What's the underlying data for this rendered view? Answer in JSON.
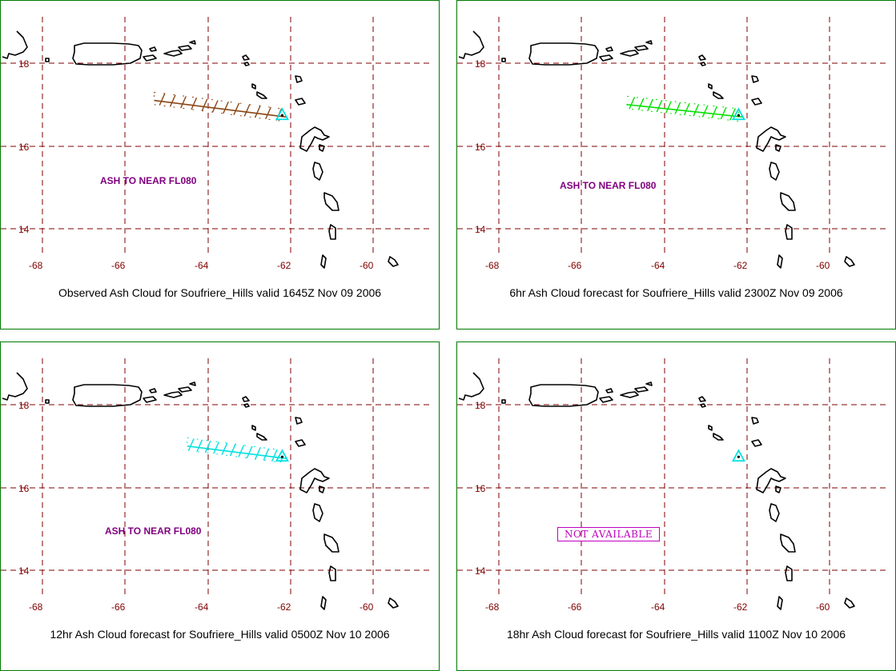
{
  "axis": {
    "lon_ticks": [
      "-68",
      "-66",
      "-64",
      "-62",
      "-60"
    ],
    "lat_ticks": [
      "18",
      "16",
      "14"
    ],
    "grid_color": "#800000"
  },
  "panels": [
    {
      "caption": "Observed Ash Cloud for Soufriere_Hills valid 1645Z Nov 09 2006",
      "note": "ASH TO NEAR FL080",
      "note_style": "label",
      "cloud_color": "#8b4513"
    },
    {
      "caption": "6hr Ash Cloud forecast for Soufriere_Hills valid 2300Z Nov 09 2006",
      "note": "ASH TO NEAR FL080",
      "note_style": "label",
      "cloud_color": "#00e000"
    },
    {
      "caption": "12hr Ash Cloud forecast for Soufriere_Hills valid 0500Z Nov 10 2006",
      "note": "ASH TO NEAR FL080",
      "note_style": "label",
      "cloud_color": "#00e0e0"
    },
    {
      "caption": "18hr Ash Cloud forecast for Soufriere_Hills valid 1100Z Nov 10 2006",
      "note": "NOT AVAILABLE",
      "note_style": "box",
      "cloud_color": ""
    }
  ],
  "colors": {
    "volcano_marker": "#00e0e0",
    "panel_border": "#007a00",
    "note_text": "#800080"
  }
}
